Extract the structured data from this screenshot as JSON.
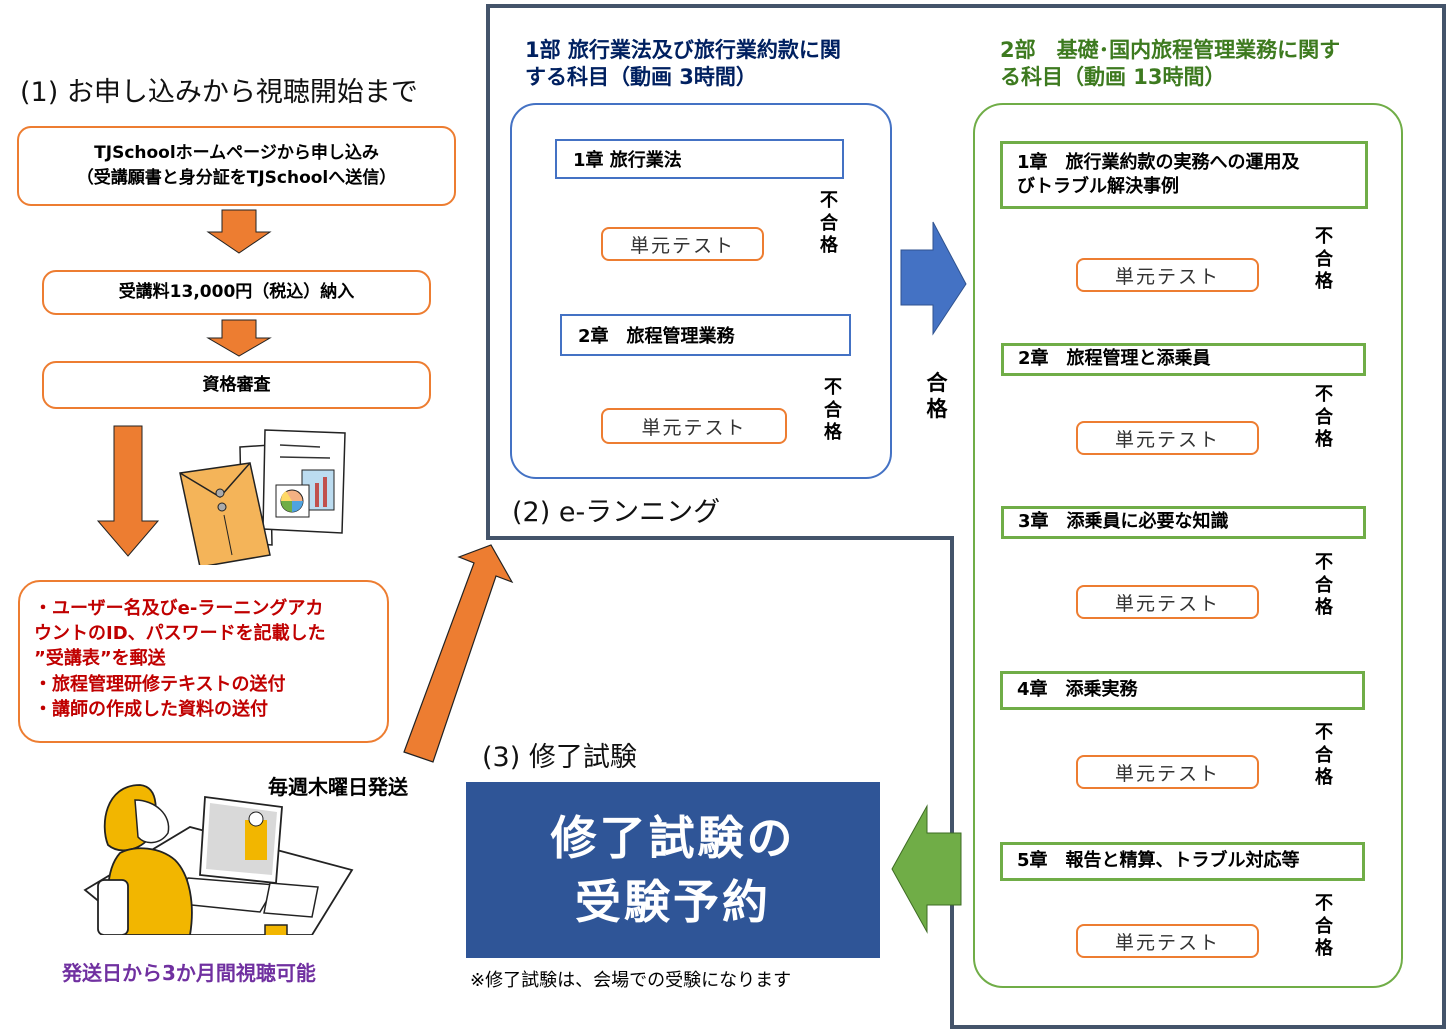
{
  "section1": {
    "title": "(1) お申し込みから視聴開始まで",
    "steps": [
      {
        "lines": [
          "TJSchoolホームページから申し込み",
          "（受講願書と身分証をTJSchoolへ送信）"
        ]
      },
      {
        "lines": [
          "受講料13,000円（税込）納入"
        ]
      },
      {
        "lines": [
          "資格審査"
        ]
      }
    ],
    "mailing": {
      "lines": [
        "・ユーザー名及びe-ラーニングアカ",
        "ウントのID、パスワードを記載した",
        "”受講表”を郵送",
        "・旅程管理研修テキストの送付",
        "・講師の作成した資料の送付"
      ]
    },
    "shipping_label": "毎週木曜日発送",
    "viewing_period": "発送日から3か月間視聴可能",
    "illustrations": {
      "envelope": "envelope-documents-icon",
      "student": "student-laptop-icon"
    }
  },
  "section2": {
    "title": "(2) e-ランニング",
    "part1": {
      "title_lines": [
        "1部 旅行業法及び旅行業約款に関",
        "する科目（動画 3時間）"
      ],
      "chapters": [
        {
          "label": "1章 旅行業法"
        },
        {
          "label": "2章　旅程管理業務"
        }
      ]
    },
    "part2": {
      "title_lines": [
        "2部　基礎･国内旅程管理業務に関す",
        "る科目（動画 13時間）"
      ],
      "chapters": [
        {
          "lines": [
            "1章　旅行業約款の実務への運用及",
            "びトラブル解決事例"
          ]
        },
        {
          "lines": [
            "2章　旅程管理と添乗員"
          ]
        },
        {
          "lines": [
            "3章　添乗員に必要な知識"
          ]
        },
        {
          "lines": [
            "4章　添乗実務"
          ]
        },
        {
          "lines": [
            "5章　報告と精算、トラブル対応等"
          ]
        }
      ]
    },
    "unit_test_label": "単元テスト",
    "fail_label": [
      "不",
      "合",
      "格"
    ],
    "pass_label": [
      "合",
      "格"
    ]
  },
  "section3": {
    "title": "(3) 修了試験",
    "exam_lines": [
      "修了試験の",
      "受験予約"
    ],
    "note": "※修了試験は、会場での受験になります"
  },
  "colors": {
    "orange": "#ed7d31",
    "blue": "#4472c4",
    "green": "#70ad47",
    "navy_frame": "#44546a",
    "exam_bg": "#2f5597",
    "red_text": "#c00000",
    "purple_text": "#7030a0"
  }
}
